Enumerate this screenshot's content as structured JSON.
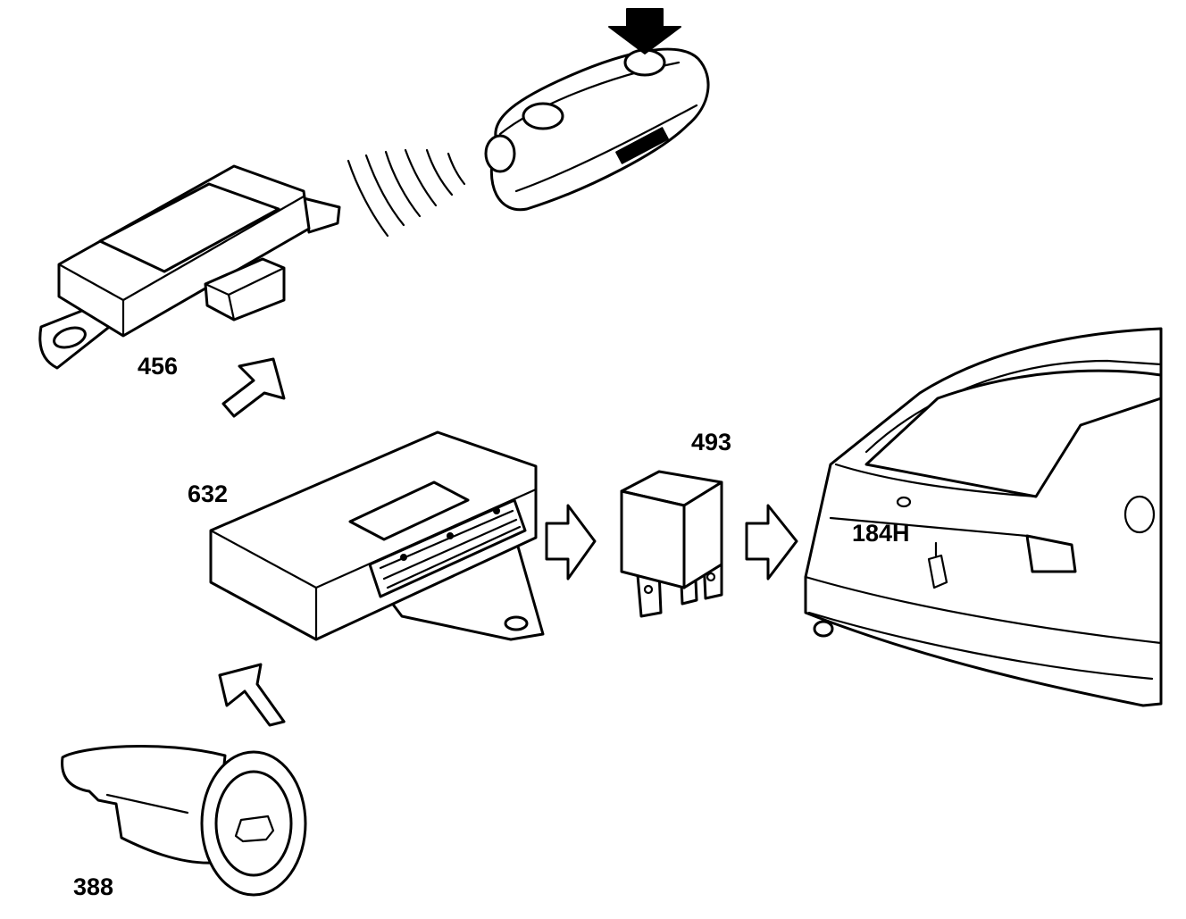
{
  "labels": {
    "receiver": "456",
    "control_module": "632",
    "relay": "493",
    "trunk_lock": "184H",
    "trunk_switch": "388"
  }
}
